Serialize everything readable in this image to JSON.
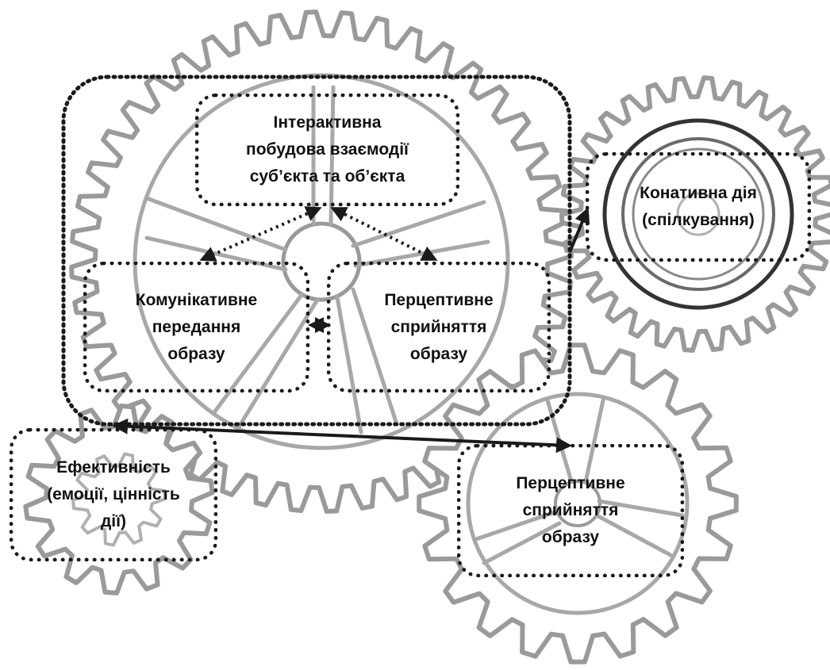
{
  "diagram": {
    "nodes": {
      "interactive": {
        "text": "Інтерактивна\nпобудова взаємодії\nсуб’єкта та об’єкта"
      },
      "conative": {
        "text": "Конативна дія\n(спілкування)"
      },
      "communicative": {
        "text": "Комунікативне\nпередання\nобразу"
      },
      "perceptive_inner": {
        "text": "Перцептивне\nсприйняття\nобразу"
      },
      "affective": {
        "text": "Ефективність\n(емоції, цінність\nдії)"
      },
      "perceptive_outer": {
        "text": "Перцептивне\nсприйняття\nобразу"
      }
    },
    "connections": [
      {
        "from": "interactive",
        "to": "communicative",
        "style": "dotted-arrow"
      },
      {
        "from": "interactive",
        "to": "perceptive_inner",
        "style": "dotted-arrow"
      },
      {
        "from": "communicative",
        "to": "perceptive_inner",
        "style": "double-arrow"
      },
      {
        "from": "communication-group",
        "to": "conative",
        "style": "solid-arrow"
      },
      {
        "from": "affective",
        "to": "perceptive_outer",
        "style": "solid-double-arrow"
      }
    ],
    "colors": {
      "ink": "#1a1a1a",
      "gear_stroke": "#9a9a9a",
      "gear_fill": "#ffffff"
    }
  }
}
